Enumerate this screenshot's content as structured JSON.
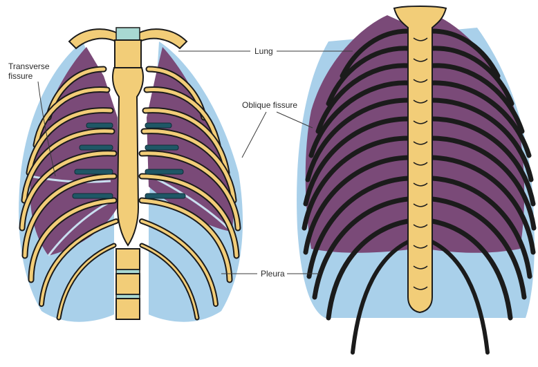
{
  "labels": {
    "transverse_fissure": [
      "Transverse",
      "fissure"
    ],
    "lung": "Lung",
    "oblique_fissure": "Oblique fissure",
    "pleura": "Pleura"
  },
  "colors": {
    "lung": "#7a4a78",
    "pleura": "#a9d0ea",
    "bone": "#f2cd78",
    "outline": "#1b1b1b",
    "cartilage": "#a8d8d2"
  }
}
